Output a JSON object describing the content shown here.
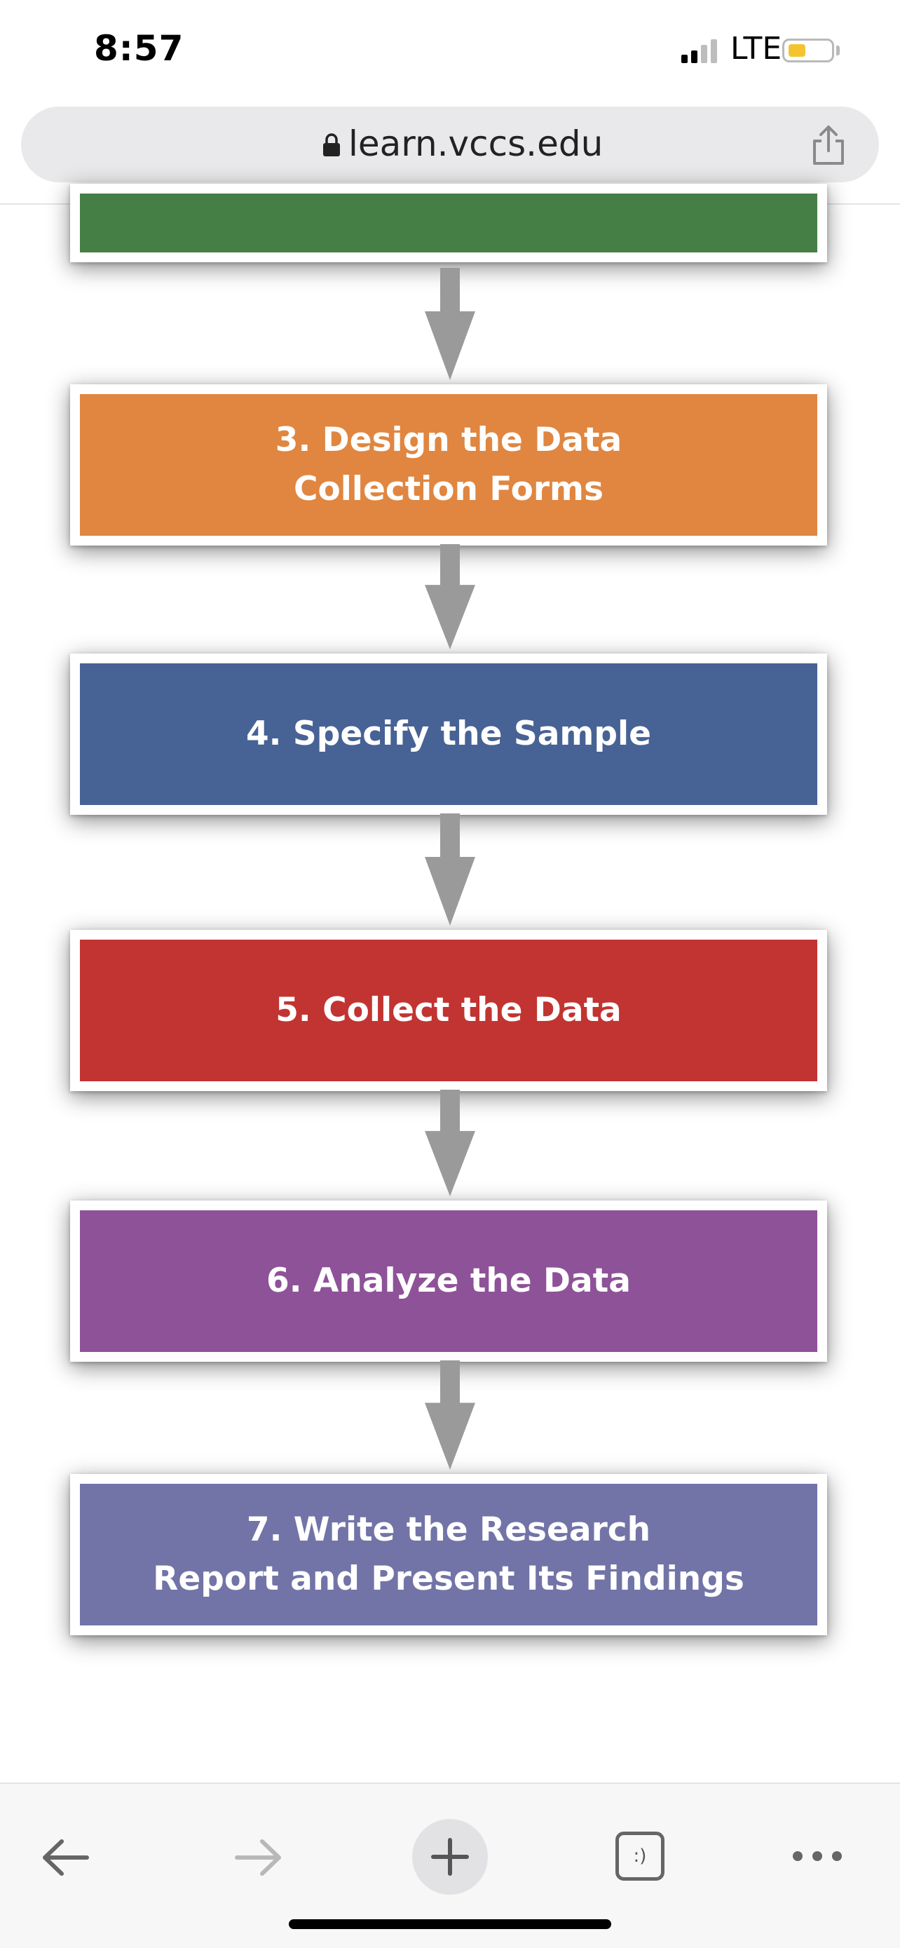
{
  "status_bar": {
    "time": "8:57",
    "network": "LTE",
    "battery_color": "#f4c430"
  },
  "browser": {
    "url": "learn.vccs.edu",
    "lock_icon": "lock-icon",
    "share_icon": "share-icon"
  },
  "diagram": {
    "steps": [
      {
        "label": "",
        "color": "#467f45"
      },
      {
        "label": "3. Design the Data\nCollection Forms",
        "color": "#e08640"
      },
      {
        "label": "4. Specify the Sample",
        "color": "#476294"
      },
      {
        "label": "5. Collect the Data",
        "color": "#c23431"
      },
      {
        "label": "6. Analyze the Data",
        "color": "#8e5298"
      },
      {
        "label": "7. Write the Research\nReport and Present Its Findings",
        "color": "#7274a7"
      }
    ],
    "arrow_color": "#9a9a9a"
  },
  "toolbar": {
    "items": [
      {
        "icon": "back-arrow-icon"
      },
      {
        "icon": "forward-arrow-icon"
      },
      {
        "icon": "new-tab-plus-icon"
      },
      {
        "icon": "tabs-icon",
        "label": ":)"
      },
      {
        "icon": "more-icon"
      }
    ]
  }
}
